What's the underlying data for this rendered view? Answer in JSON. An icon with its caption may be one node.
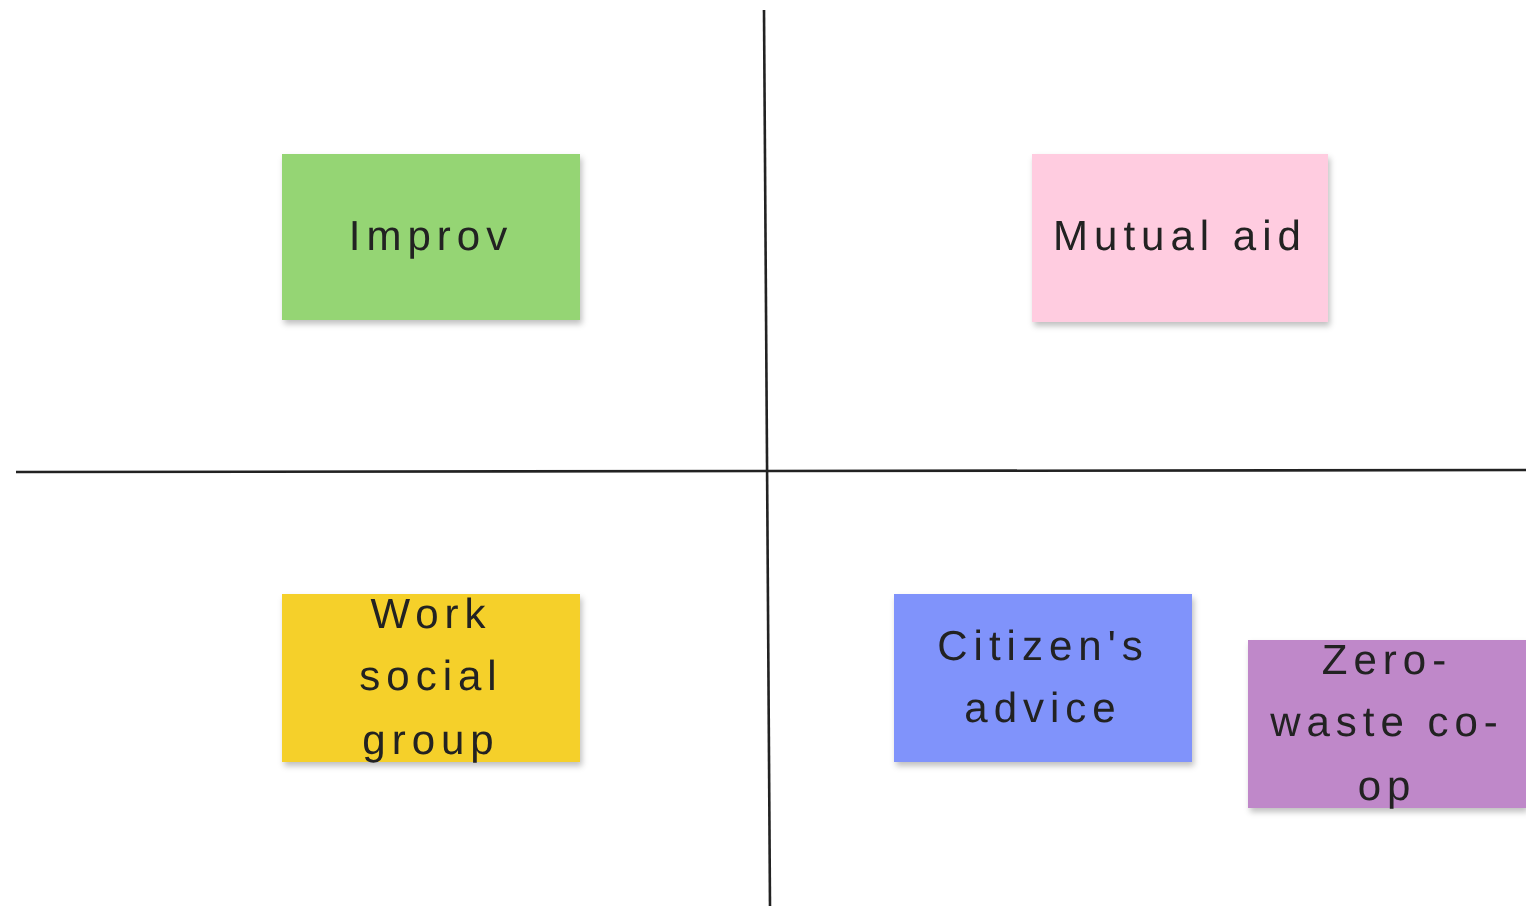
{
  "diagram": {
    "nodes": [
      {
        "text": [
          "Improv"
        ]
      },
      {
        "text": [
          "Mutual aid"
        ]
      },
      {
        "text": [
          "Work social group"
        ]
      },
      {
        "text": [
          "Citizen's advice"
        ]
      },
      {
        "text": [
          "Zero-waste co-op"
        ]
      }
    ]
  }
}
